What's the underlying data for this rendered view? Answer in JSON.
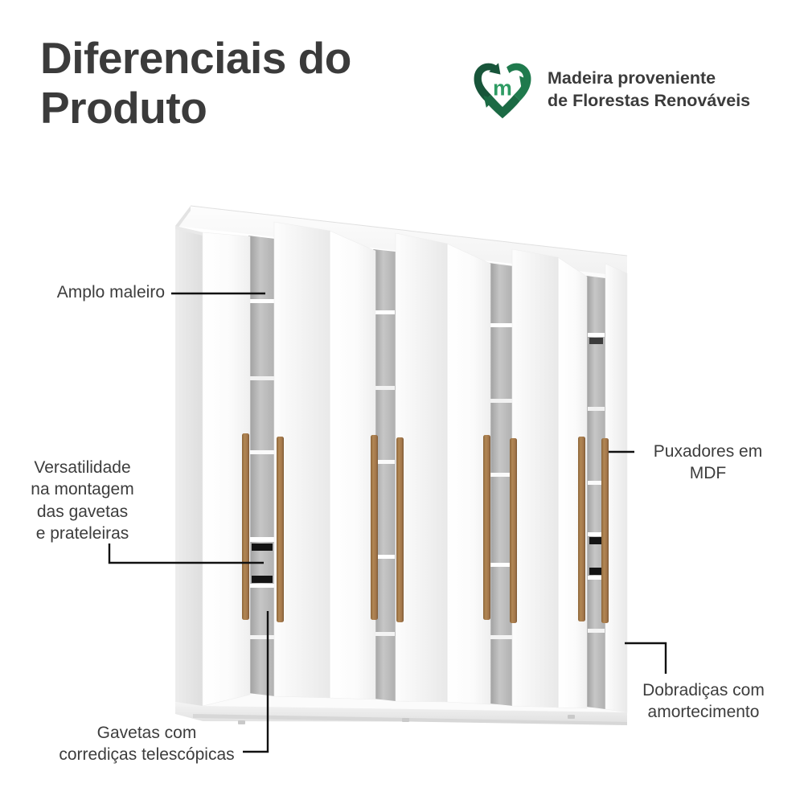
{
  "header": {
    "title": "Diferenciais do\nProduto",
    "title_color": "#3b3b3b"
  },
  "eco_badge": {
    "icon_name": "recycling-heart-logo",
    "monogram": "m",
    "text": "Madeira proveniente\nde Florestas Renováveis",
    "green_dark": "#1d6b45",
    "green_mid": "#1f7a4d",
    "green_light": "#2e9b63"
  },
  "callouts": [
    {
      "id": "amplo-maleiro",
      "text": "Amplo maleiro",
      "side": "left",
      "align": "right"
    },
    {
      "id": "versatilidade",
      "text": "Versatilidade\nna montagem\ndas gavetas\ne prateleiras",
      "side": "left",
      "align": "center"
    },
    {
      "id": "gavetas",
      "text": "Gavetas com\ncorrediças telescópicas",
      "side": "left",
      "align": "center"
    },
    {
      "id": "puxadores",
      "text": "Puxadores em\nMDF",
      "side": "right",
      "align": "center"
    },
    {
      "id": "dobradicas",
      "text": "Dobradiças com\namortecimento",
      "side": "right",
      "align": "center"
    }
  ],
  "product": {
    "name": "guarda-roupa-6-portas",
    "description": "Guarda-roupa branco de 6 portas com portas entreabertas, puxadores verticais de MDF amadeirado, prateleiras internas e gavetas com corrediças",
    "body_color": "#ffffff",
    "panel_shade": "#e8e8e8",
    "panel_shade_dark": "#d9d9d9",
    "interior_shade": "#cfcfcf",
    "handle_color": "#a87c4f",
    "handle_color_dark": "#8a6239",
    "slide_color": "#1a1a1a",
    "line_color": "#1a1a1a",
    "door_count": 6,
    "handle_count": 8
  }
}
